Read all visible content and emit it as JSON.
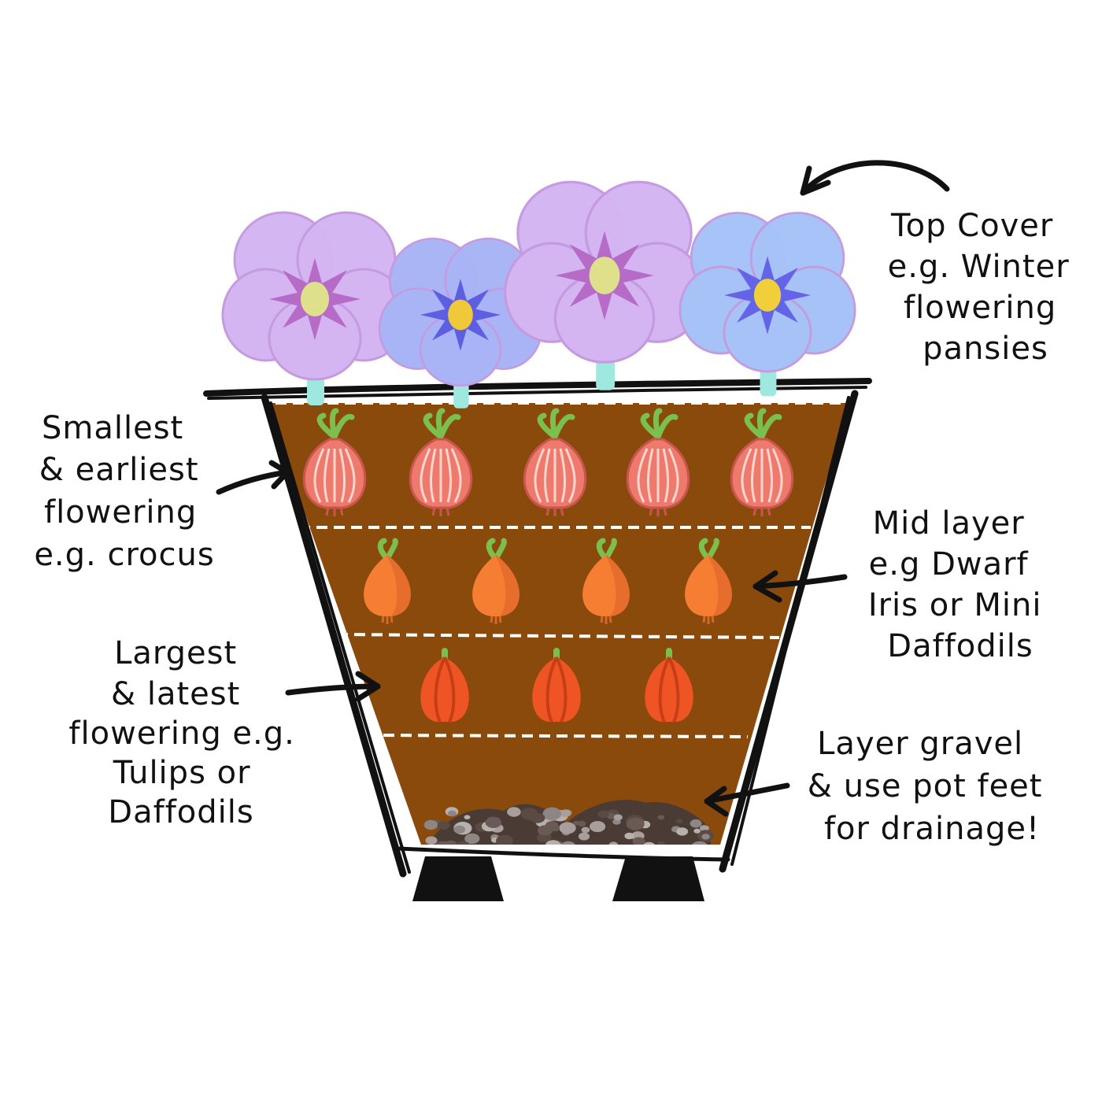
{
  "diagram": {
    "colors": {
      "soil": "#8a4a0c",
      "pot_outline": "#111111",
      "divider": "#ffffff",
      "crocus_bulb": "#ee7a6e",
      "iris_bulb": "#f57e33",
      "tulip_bulb": "#ef5524",
      "sprout": "#7bbf4e",
      "pansy_lilac": "#d4b5f2",
      "pansy_blue": "#a8b4f5",
      "stem": "#9fe8e0",
      "gravel": "#4a3b35"
    },
    "labels": {
      "top_cover": [
        "Top Cover",
        "e.g. Winter",
        "flowering",
        "pansies"
      ],
      "smallest": [
        "Smallest",
        "& earliest",
        "flowering",
        "e.g. crocus"
      ],
      "mid_layer": [
        "Mid layer",
        "e.g Dwarf",
        "Iris or Mini",
        "Daffodils"
      ],
      "largest": [
        "Largest",
        "& latest",
        "flowering e.g.",
        "Tulips or",
        "Daffodils"
      ],
      "gravel": [
        "Layer gravel",
        "& use pot feet",
        "for drainage!"
      ]
    },
    "layers": [
      {
        "name": "top-cover",
        "plant": "pansy",
        "count": 4
      },
      {
        "name": "top-bulb-layer",
        "plant": "crocus",
        "count": 5
      },
      {
        "name": "mid-bulb-layer",
        "plant": "iris",
        "count": 4
      },
      {
        "name": "bottom-bulb-layer",
        "plant": "tulip",
        "count": 3
      },
      {
        "name": "drainage-layer",
        "plant": "gravel",
        "count": 0
      }
    ]
  }
}
